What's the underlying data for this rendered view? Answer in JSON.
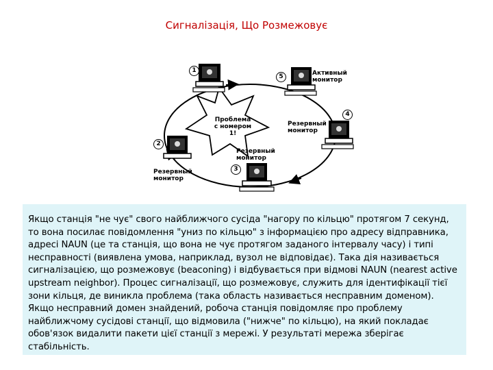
{
  "title": "Сигналізація, Що Розмежовує",
  "diagram": {
    "star_label_line1": "Проблема",
    "star_label_line2": "с номером 1!",
    "stations": [
      {
        "number": "1",
        "label_line1": "",
        "label_line2": ""
      },
      {
        "number": "2",
        "label_line1": "Резервный",
        "label_line2": "монитор"
      },
      {
        "number": "3",
        "label_line1": "Резервный",
        "label_line2": "монитор"
      },
      {
        "number": "4",
        "label_line1": "Резервный",
        "label_line2": "монитор"
      },
      {
        "number": "5",
        "label_line1": "Активный",
        "label_line2": "монитор"
      }
    ]
  },
  "body_text": "Якщо станція \"не чує\" свого найближчого сусіда \"нагору по кільцю\" протягом 7 секунд, то вона посилає повідомлення \"униз по кільцю\" з інформацією про адресу відправника, адресі NAUN (це та станція, що вона не чує протягом заданого інтервалу часу) і типі несправності (виявлена умова, наприклад, вузол не відповідає). Така дія називається сигналізацією, що розмежовує (beaconing) і відбувається при відмові NAUN (nearest active upstream neighbor). Процес сигналізації, що розмежовує, служить для ідентифікації тієї зони кільця, де виникла проблема (така область називається несправним доменом). Якщо несправний домен знайдений, робоча станція повідомляє про проблему найближчому сусідові станції, що відмовила (\"нижче\" по кільцю), на який покладає обов'язок видалити пакети цієї станції з мережі. У результаті мережа зберігає стабільність.",
  "colors": {
    "title": "#c00000",
    "text_box_bg": "#dff4f8"
  }
}
